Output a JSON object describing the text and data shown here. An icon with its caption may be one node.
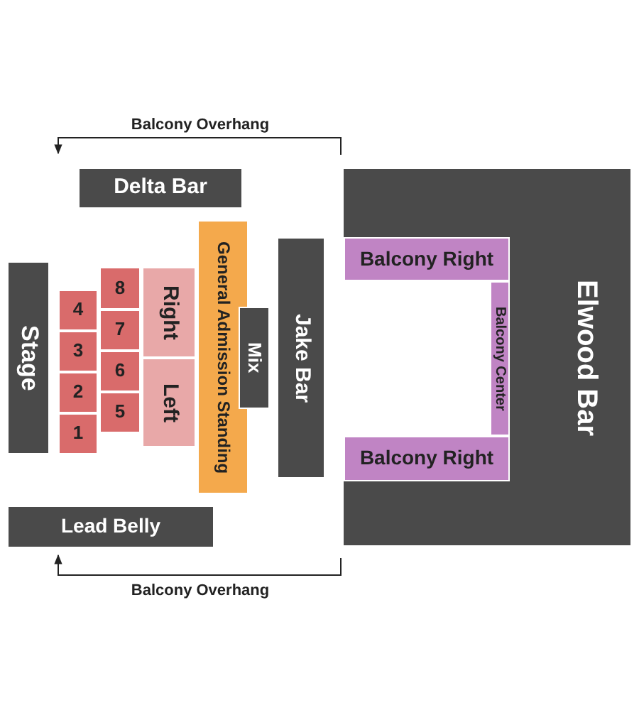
{
  "diagram": {
    "nodes": [
      {
        "text": [
          "Delta Bar"
        ]
      },
      {
        "text": [
          "Stage"
        ]
      },
      {
        "text": [
          "4"
        ]
      },
      {
        "text": [
          "3"
        ]
      },
      {
        "text": [
          "2"
        ]
      },
      {
        "text": [
          "1"
        ]
      },
      {
        "text": [
          "8"
        ]
      },
      {
        "text": [
          "7"
        ]
      },
      {
        "text": [
          "6"
        ]
      },
      {
        "text": [
          "5"
        ]
      },
      {
        "text": [
          "Right"
        ]
      },
      {
        "text": [
          "Left"
        ]
      },
      {
        "text": [
          "General Admission Standing"
        ]
      },
      {
        "text": [
          "Mix"
        ]
      },
      {
        "text": [
          "Jake Bar"
        ]
      },
      {
        "text": [
          "Elwood Bar"
        ]
      },
      {
        "text": [
          "Balcony Right"
        ],
        "in": 15
      },
      {
        "text": [
          "Balcony Center"
        ],
        "in": 15
      },
      {
        "text": [
          "Balcony Right"
        ],
        "in": 15
      },
      {
        "text": [
          "Lead Belly"
        ]
      }
    ],
    "labels": [
      "Balcony Overhang",
      "Balcony Overhang"
    ]
  }
}
